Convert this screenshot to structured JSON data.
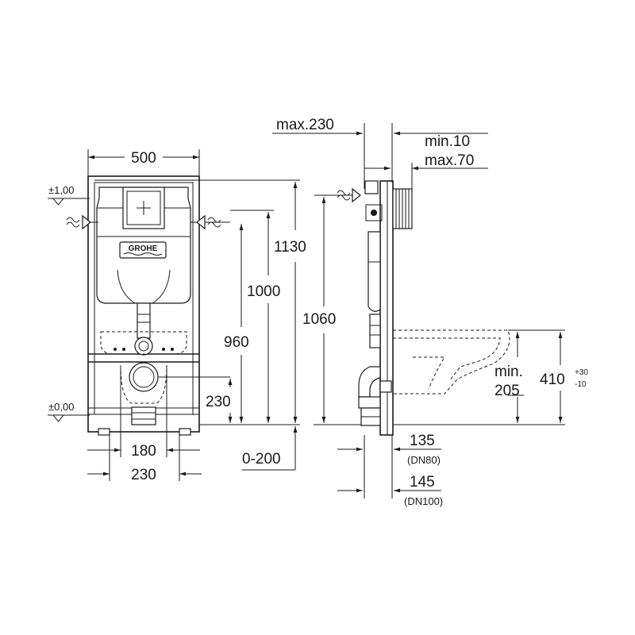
{
  "front_view": {
    "width_label": "500",
    "level_top": "±1,00",
    "level_bottom": "±0,00",
    "brand_logo": "GROHE",
    "height_1130": "1130",
    "height_1000": "1000",
    "height_960": "960",
    "height_230": "230",
    "width_180": "180",
    "width_230": "230",
    "range_0_200": "0-200"
  },
  "side_view": {
    "max_230": "max.230",
    "min_10": "min.10",
    "max_70": "max.70",
    "height_1060": "1060",
    "min_label": "min.",
    "min_205": "205",
    "height_410": "410",
    "tol_plus": "+30",
    "tol_minus": "-10",
    "depth_135": "135",
    "dn80": "(DN80)",
    "depth_145": "145",
    "dn100": "(DN100)"
  }
}
